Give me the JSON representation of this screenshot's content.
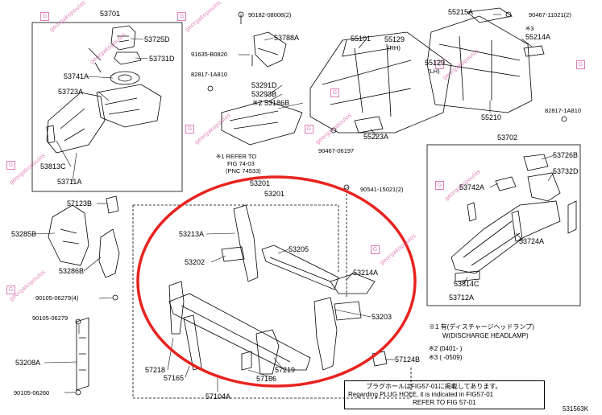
{
  "watermark": "georgakopoulos",
  "labels": {
    "p53701": "53701",
    "p53725D": "53725D",
    "p53731D": "53731D",
    "p53741A": "53741A",
    "p53723A": "53723A",
    "p53813C": "53813C",
    "p53711A": "53711A",
    "p90182": "90182-08008(2)",
    "p53788A": "53788A",
    "p91635": "91635-B0820",
    "p82817a": "82817-1A810",
    "p53291D": "53291D",
    "p53293B": "53293B",
    "p53186B": "※2 53186B",
    "p55101": "55101",
    "p55129rh": "55129",
    "rh": "(RH)",
    "p55129lh": "55129",
    "lh": "(LH)",
    "p55215A": "55215A",
    "p90467a": "90467-11021(2)",
    "star3": "※3",
    "p55214A": "55214A",
    "p55223A": "55223A",
    "p90467b": "90467-06197",
    "p55210": "55210",
    "p82817b": "82817-1A810",
    "p53702": "53702",
    "p53726B": "53726B",
    "p53732D": "53732D",
    "p53742A": "53742A",
    "p53724A": "53724A",
    "p53814C": "53814C",
    "p53712A": "53712A",
    "refer1a": "※1 REFER TO",
    "refer1b": "FIG 74-03",
    "refer1c": "(PNC 74533)",
    "p53201top": "53201",
    "p53201": "53201",
    "p90541": "90541-15021(2)",
    "p57123B": "57123B",
    "p53285B": "53285B",
    "p53286B": "53286B",
    "p53213A": "53213A",
    "p53202": "53202",
    "p53205": "53205",
    "p53214A": "53214A",
    "p53203": "53203",
    "p90105a": "90105-06279(4)",
    "p90105b": "90105-06279",
    "p53208A": "53208A",
    "p90105c": "90105-06260",
    "p57218": "57218",
    "p57165": "57165",
    "p57219": "57219",
    "p57166": "57166",
    "p57104A": "57104A",
    "p57124B": "57124B",
    "catalog_id": "531563K"
  },
  "notes": {
    "n1a": "※1  有(ディスチャージヘッドランプ)",
    "n1b": "W(DISCHARGE HEADLAMP)",
    "n2": "※2 (0401-    )",
    "n3": "※3 (    -0509)",
    "ref_jp": "プラグホールはFIG57-01に掲載してあります。",
    "ref_en1": "Regarding PLUG HOLE, it is indicated in FIG57-01",
    "ref_en2": "REFER TO FIG 57-01"
  },
  "colors": {
    "highlight_circle": "#e8231f",
    "watermark": "#d65fa8",
    "line": "#000000"
  }
}
